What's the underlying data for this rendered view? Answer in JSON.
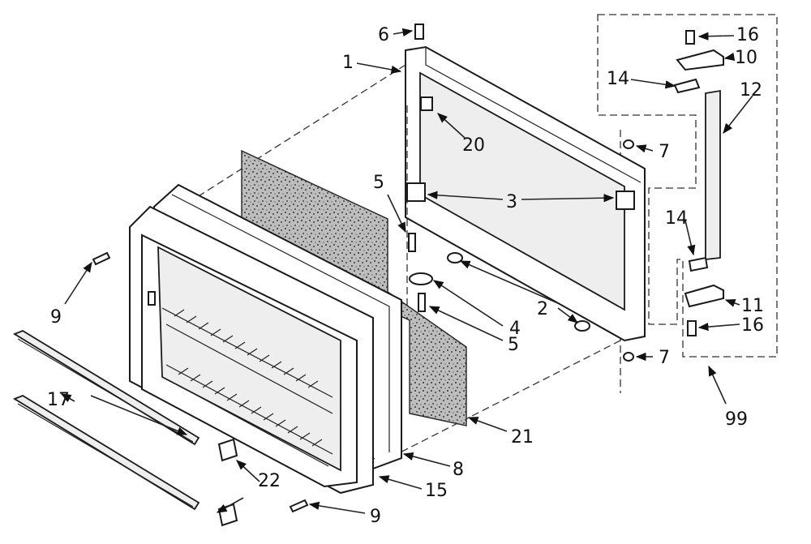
{
  "callouts": {
    "c1": "1",
    "c2": "2",
    "c3": "3",
    "c4": "4",
    "c5a": "5",
    "c5b": "5",
    "c6": "6",
    "c7a": "7",
    "c7b": "7",
    "c8": "8",
    "c9a": "9",
    "c9b": "9",
    "c10": "10",
    "c11": "11",
    "c12": "12",
    "c14a": "14",
    "c14b": "14",
    "c15": "15",
    "c16a": "16",
    "c16b": "16",
    "c17": "17",
    "c20": "20",
    "c21": "21",
    "c22": "22",
    "c99": "99"
  }
}
